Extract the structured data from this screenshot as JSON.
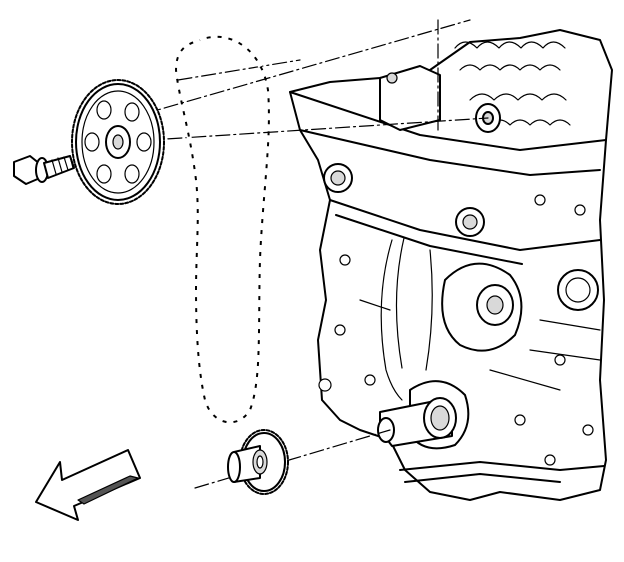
{
  "figure": {
    "kind": "exploded-view-line-drawing",
    "colors": {
      "ink": "#000000",
      "paper": "#ffffff",
      "shade": "#d9d9d9"
    },
    "parts": [
      "camshaft-sprocket",
      "sprocket-bolt",
      "timing-chain",
      "crankshaft-sprocket",
      "engine-block",
      "direction-arrow"
    ],
    "leader_line_style": "dash-dot"
  }
}
